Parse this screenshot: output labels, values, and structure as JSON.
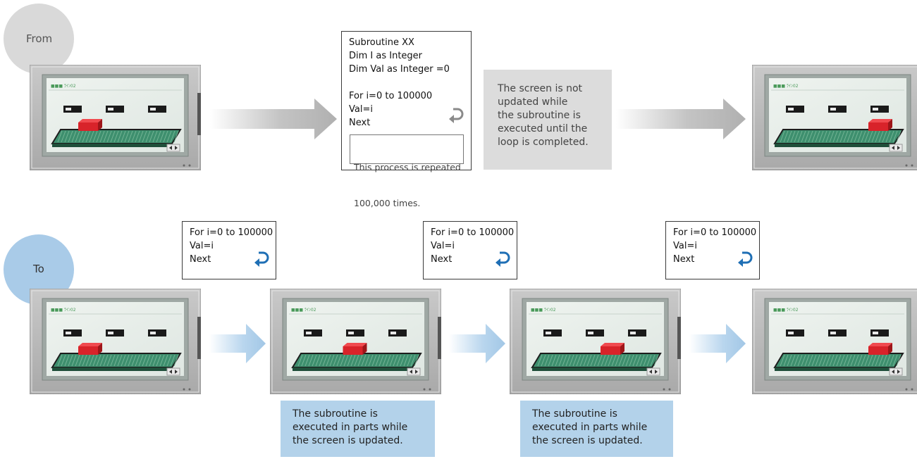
{
  "from_label": "From",
  "to_label": "To",
  "from_code": {
    "lines": [
      "Subroutine XX",
      "Dim I as Integer",
      "Dim Val as Integer =0",
      "",
      "For i=0 to 100000",
      "Val=i",
      "Next"
    ],
    "inner_note": [
      "This process is repeated",
      "100,000 times."
    ]
  },
  "from_note": [
    "The screen is not",
    "updated while",
    "the subroutine is",
    "executed until the",
    "loop is completed."
  ],
  "to_code_box": [
    "For i=0 to 100000",
    "Val=i",
    "Next"
  ],
  "to_note": [
    "The subroutine is",
    "executed in parts while",
    "the screen is updated."
  ],
  "colors": {
    "from_circle": "#d9d9d9",
    "to_circle": "#a9cbe8",
    "grey_arrow": "#b5b5b5",
    "blue_arrow": "#a9cbe8",
    "loop_icon_grey": "#8a8a8a",
    "loop_icon_blue": "#1f6fb5",
    "block_red": "#d8232a"
  },
  "icons": [
    "hmi-screen-icon",
    "loop-arrow-icon"
  ]
}
